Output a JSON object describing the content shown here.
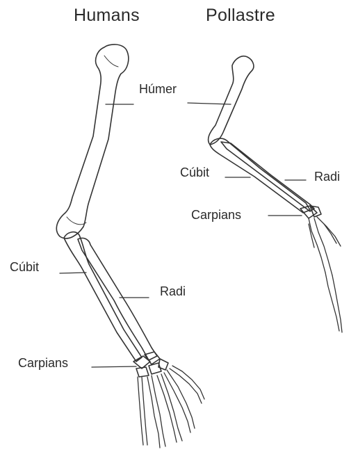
{
  "titles": {
    "human": "Humans",
    "chicken": "Pollastre"
  },
  "human_labels": {
    "humerus": "Húmer",
    "ulna": "Cúbit",
    "radius": "Radi",
    "carpals": "Carpians"
  },
  "chicken_labels": {
    "ulna": "Cúbit",
    "radius": "Radi",
    "carpals": "Carpians"
  }
}
